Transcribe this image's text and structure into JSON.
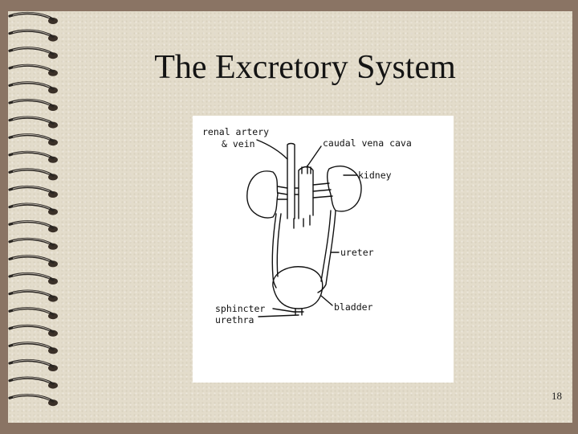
{
  "slide": {
    "title": "The Excretory System",
    "page_number": "18"
  },
  "diagram": {
    "labels": {
      "renal_artery": "renal artery",
      "vein": "& vein",
      "caudal_vena_cava": "caudal vena cava",
      "kidney": "kidney",
      "ureter": "ureter",
      "bladder": "bladder",
      "sphincter": "sphincter",
      "urethra": "urethra"
    }
  },
  "colors": {
    "background": "#8a7464",
    "paper": "#e3dccb",
    "figure_background": "#ffffff"
  }
}
